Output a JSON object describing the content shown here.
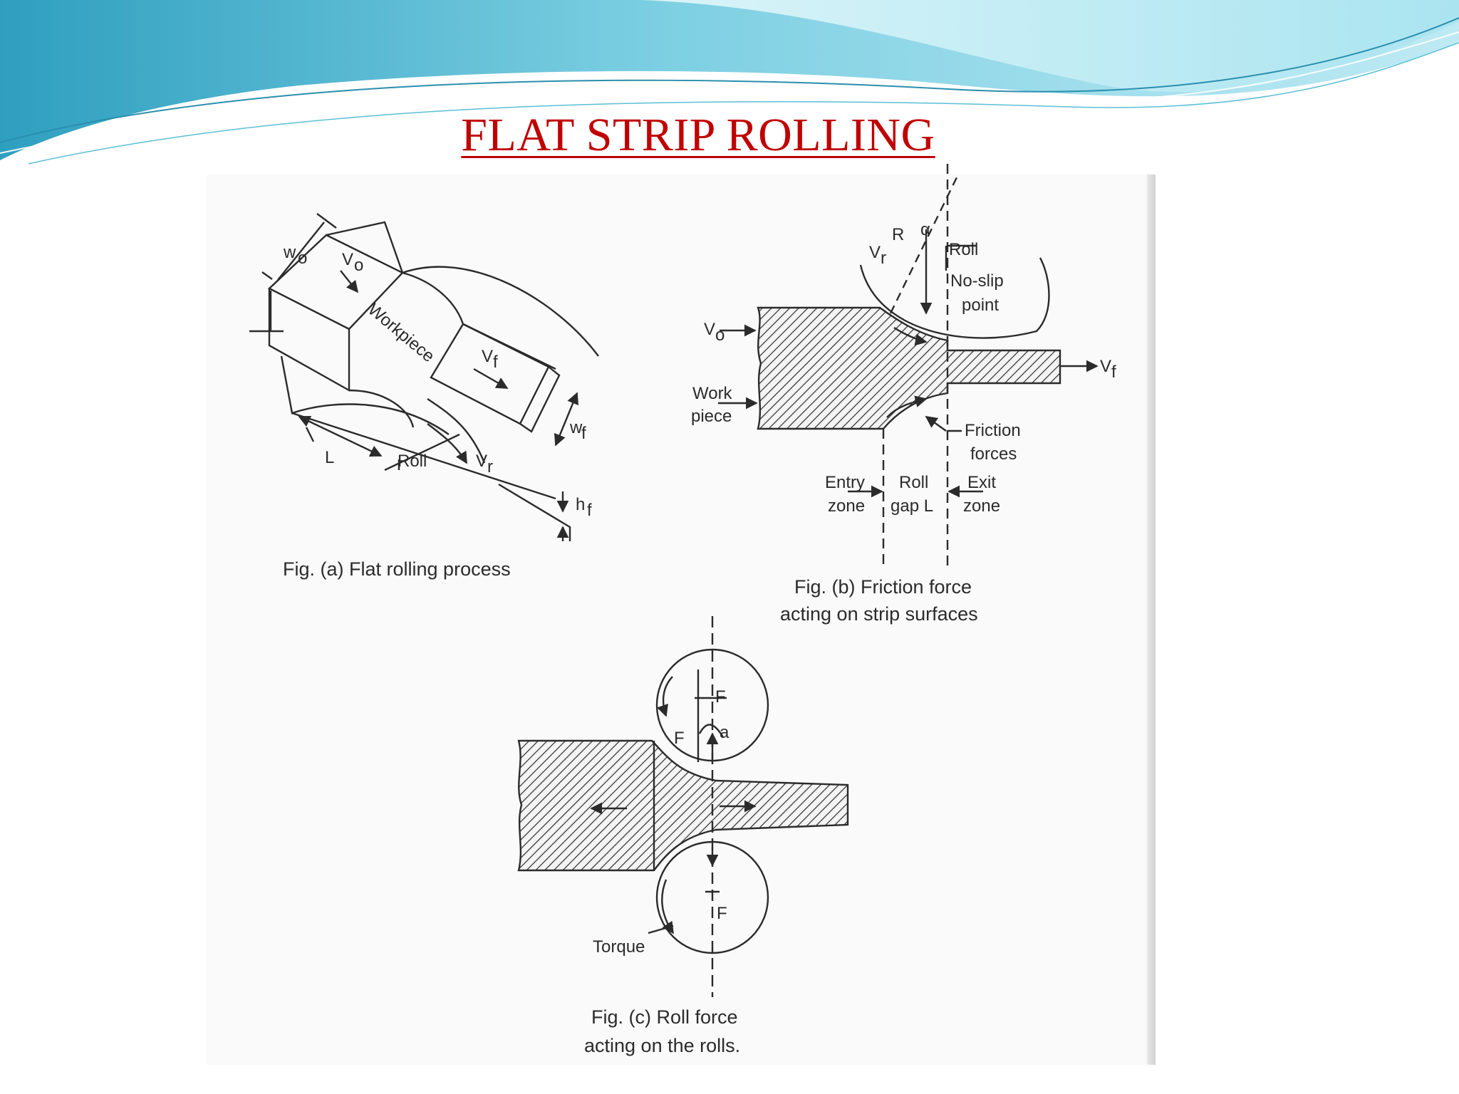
{
  "slide": {
    "title": "FLAT STRIP ROLLING"
  },
  "fig_a": {
    "caption": "Fig. (a) Flat rolling process",
    "labels": {
      "w0": "w",
      "w0_sub": "o",
      "v0": "V",
      "v0_sub": "o",
      "workpiece": "Workpiece",
      "vf": "V",
      "vf_sub": "f",
      "wf": "w",
      "wf_sub": "f",
      "L": "L",
      "roll": "Roll",
      "vr": "V",
      "vr_sub": "r",
      "hf": "h",
      "hf_sub": "f"
    }
  },
  "fig_b": {
    "caption_line1": "Fig. (b) Friction force",
    "caption_line2": "acting on strip surfaces",
    "labels": {
      "R": "R",
      "alpha": "α",
      "vr": "V",
      "vr_sub": "r",
      "roll": "Roll",
      "no_slip_1": "No-slip",
      "no_slip_2": "point",
      "v0": "V",
      "v0_sub": "o",
      "vf": "V",
      "vf_sub": "f",
      "work_1": "Work",
      "work_2": "piece",
      "friction_1": "Friction",
      "friction_2": "forces",
      "entry_1": "Entry",
      "entry_2": "zone",
      "roll_gap_1": "Roll",
      "roll_gap_2": "gap L",
      "exit_1": "Exit",
      "exit_2": "zone"
    }
  },
  "fig_c": {
    "caption_line1": "Fig. (c) Roll force",
    "caption_line2": "acting on the rolls.",
    "labels": {
      "F_top": "F",
      "F_left": "F",
      "a": "a",
      "F_bottom": "F",
      "torque": "Torque"
    }
  },
  "colors": {
    "title": "#c00000",
    "wave_light": "#bfe9f2",
    "wave_mid": "#7fcfe0",
    "wave_dark": "#3aa9c4",
    "ink": "#2b2b2b"
  }
}
